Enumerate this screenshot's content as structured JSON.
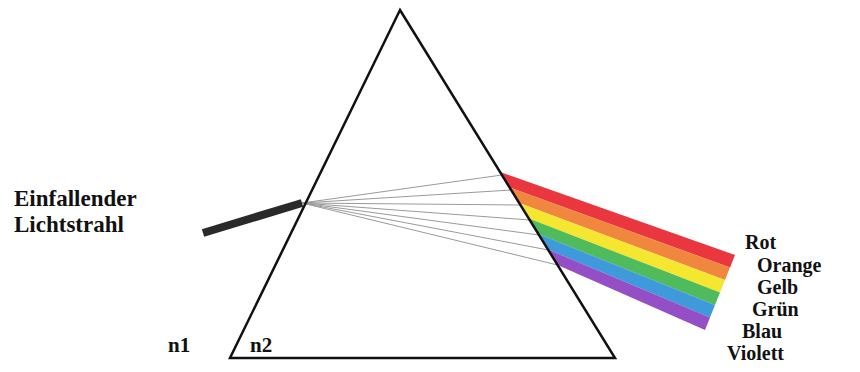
{
  "diagram": {
    "labels": [
      "Einfallender Lichtstrahl",
      "n1",
      "n2",
      "Rot",
      "Orange",
      "Gelb",
      "Grün",
      "Blau",
      "Violett"
    ]
  }
}
